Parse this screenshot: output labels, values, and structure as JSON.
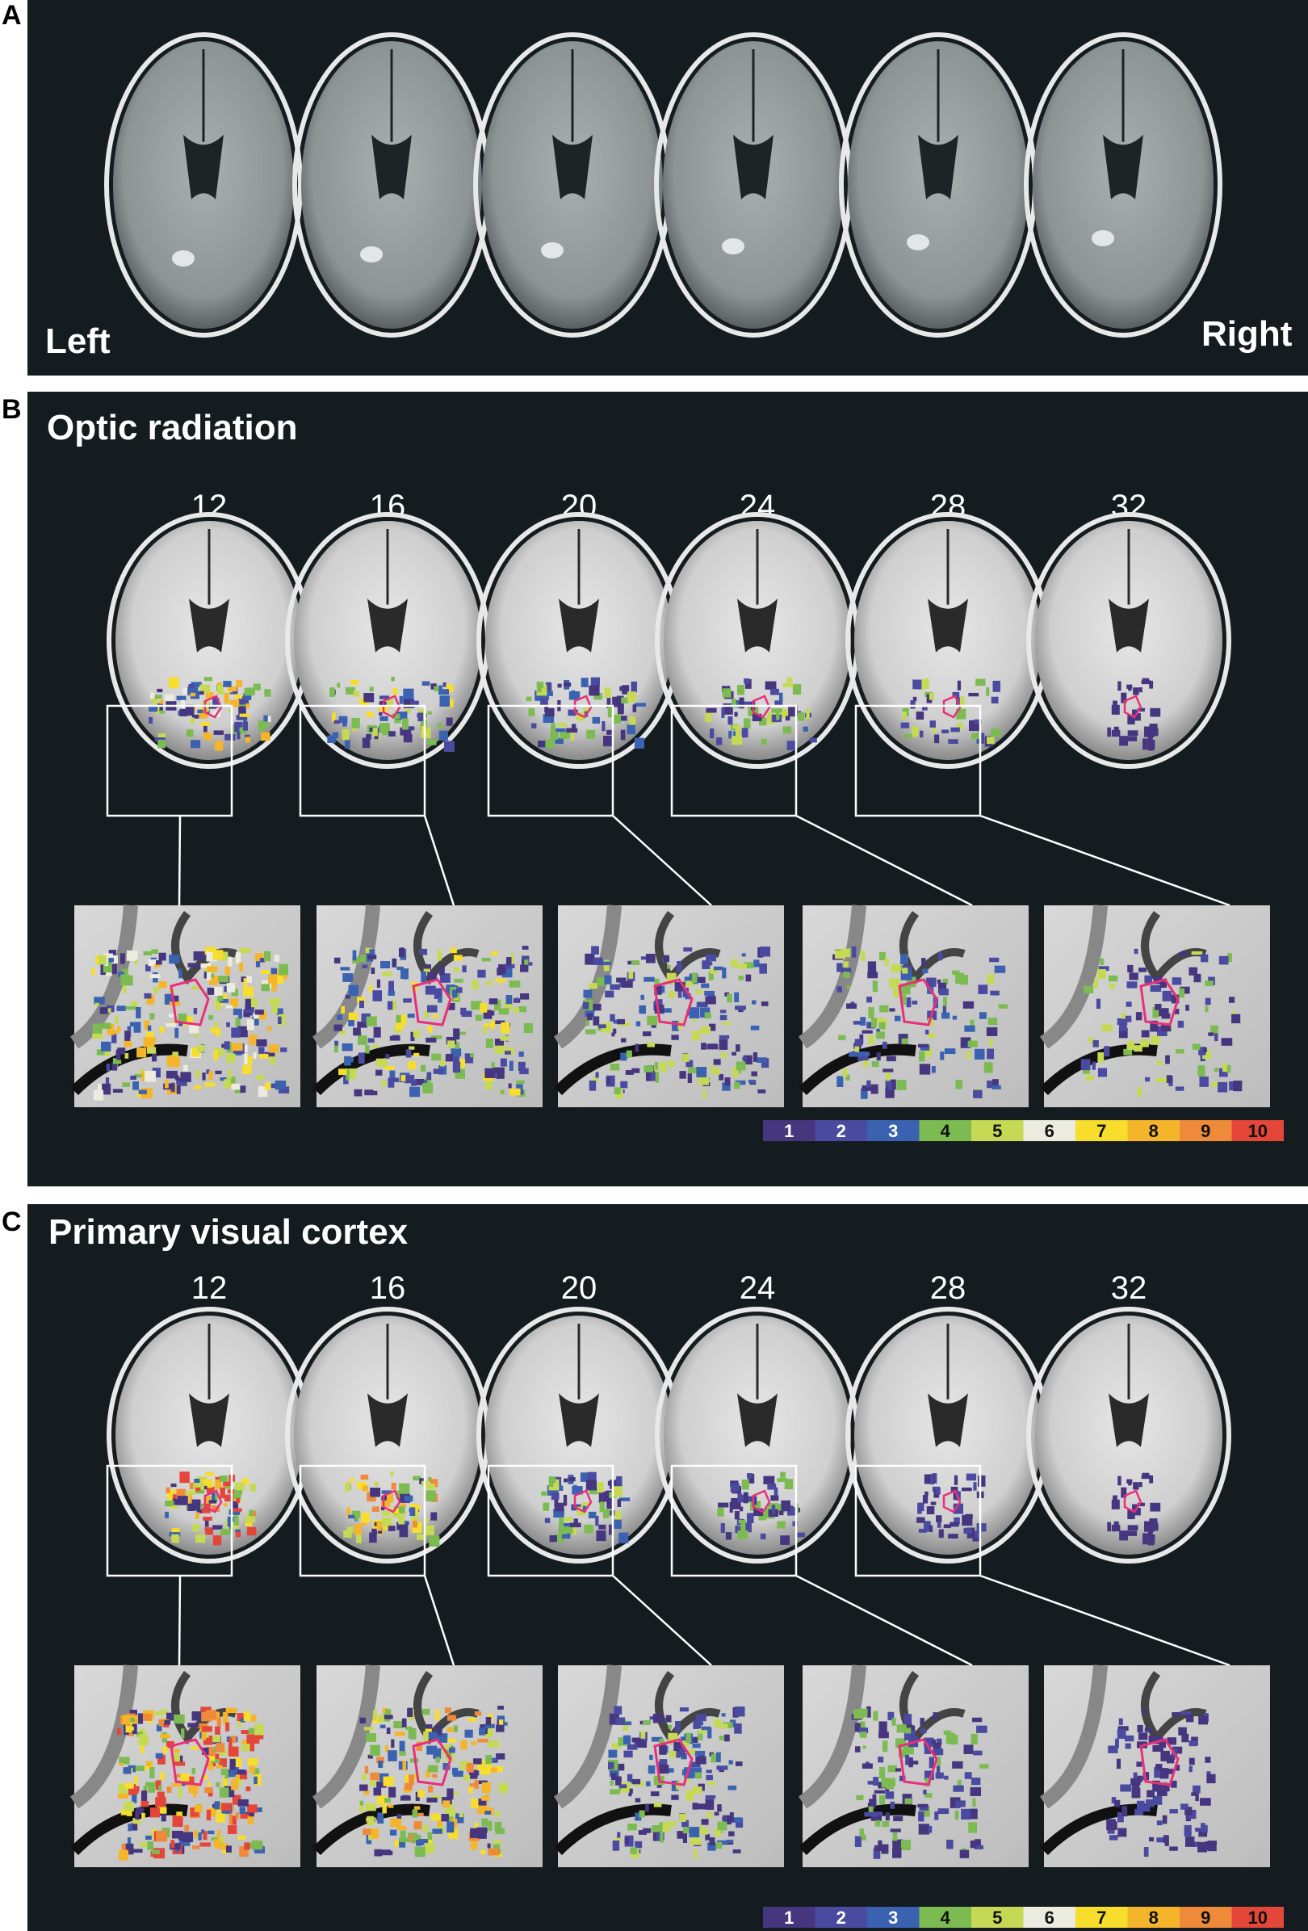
{
  "panels": {
    "a": {
      "label": "A",
      "left_label": "Left",
      "right_label": "Right",
      "slice_count": 6
    },
    "b": {
      "label": "B",
      "title": "Optic radiation",
      "slices": [
        "12",
        "16",
        "20",
        "24",
        "28",
        "32"
      ]
    },
    "c": {
      "label": "C",
      "title": "Primary visual cortex",
      "slices": [
        "12",
        "16",
        "20",
        "24",
        "28",
        "32"
      ]
    }
  },
  "colorbar": {
    "labels": [
      "1",
      "2",
      "3",
      "4",
      "5",
      "6",
      "7",
      "8",
      "9",
      "10"
    ],
    "colors": [
      "#46357f",
      "#4a4aa0",
      "#3a62b0",
      "#7cbb52",
      "#c6d955",
      "#ecebdf",
      "#f7dd2c",
      "#f5b52a",
      "#ef8a3a",
      "#e4463a"
    ],
    "text_colors": [
      "#ffffff",
      "#ffffff",
      "#ffffff",
      "#111111",
      "#111111",
      "#111111",
      "#111111",
      "#111111",
      "#111111",
      "#111111"
    ]
  },
  "colors": {
    "background": "#141c1f",
    "lesion_outline": "#e8307a",
    "box": "#ffffff"
  }
}
